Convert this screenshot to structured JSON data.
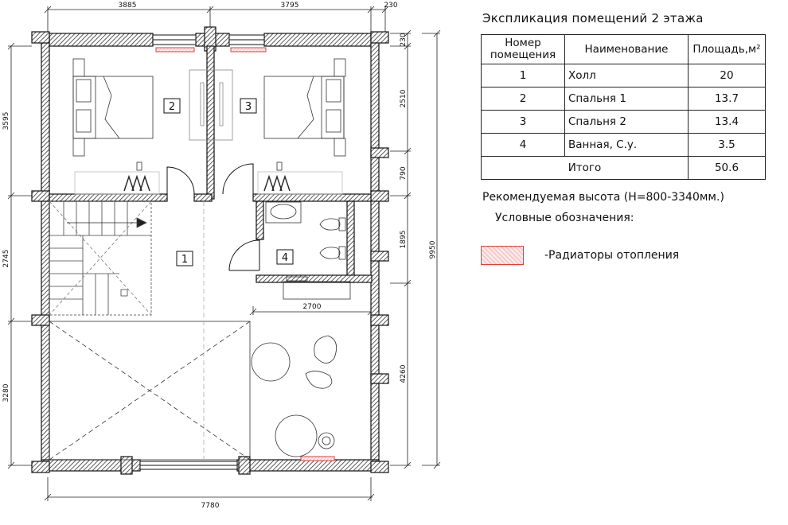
{
  "plan": {
    "dimensions": {
      "top_left": "3885",
      "top_middle": "3795",
      "top_right": "230",
      "left_1": "3595",
      "left_2": "2745",
      "left_3": "3280",
      "right_1": "230",
      "right_2": "2510",
      "right_3": "790",
      "right_4": "1895",
      "right_5": "4260",
      "far_right": "9950",
      "bottom": "7780",
      "bath_width": "2700"
    },
    "rooms": [
      {
        "number": "1"
      },
      {
        "number": "2"
      },
      {
        "number": "3"
      },
      {
        "number": "4"
      }
    ]
  },
  "explication": {
    "title": "Экспликация помещений 2 этажа",
    "headers": {
      "number": [
        "Номер",
        "помещения"
      ],
      "name": "Наименование",
      "area": "Площадь,м²"
    },
    "rows": [
      {
        "number": "1",
        "name": "Холл",
        "area": "20"
      },
      {
        "number": "2",
        "name": "Спальня 1",
        "area": "13.7"
      },
      {
        "number": "3",
        "name": "Спальня 2",
        "area": "13.4"
      },
      {
        "number": "4",
        "name": "Ванная, С.у.",
        "area": "3.5"
      }
    ],
    "total_label": "Итого",
    "total_value": "50.6"
  },
  "notes": {
    "height": "Рекомендуемая высота (H=800-3340мм.)",
    "legend_title": "Условные обозначения:",
    "legend_radiator": "-Радиаторы отопления"
  },
  "colors": {
    "radiator": "#e23b3b",
    "wall": "#111111"
  }
}
